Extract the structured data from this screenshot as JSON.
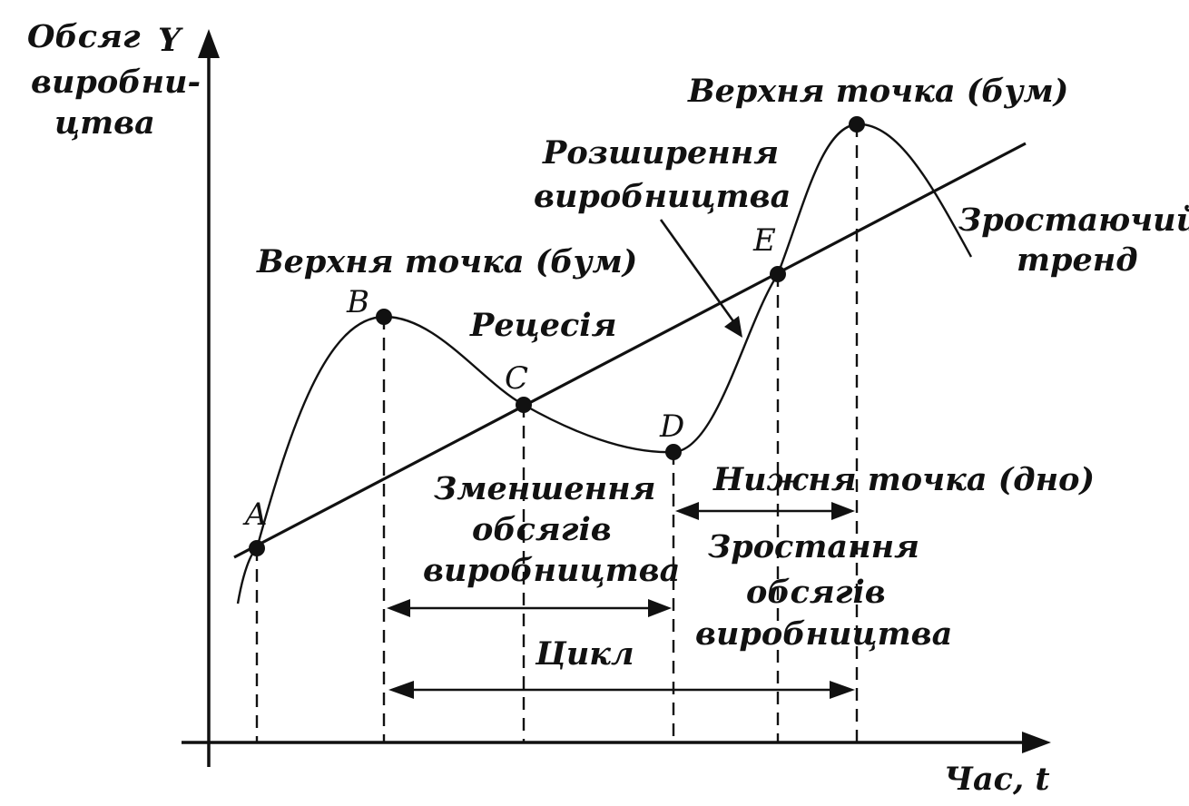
{
  "diagram": {
    "y_axis": {
      "letter": "Y",
      "title_lines": [
        "Обсяг",
        "виробни-",
        "цтва"
      ]
    },
    "x_axis": {
      "title": "Час, t"
    },
    "points": {
      "A": "A",
      "B": "B",
      "C": "C",
      "D": "D",
      "E": "E"
    },
    "labels": {
      "peak_left": "Верхня точка (бум)",
      "peak_right": "Верхня точка (бум)",
      "recession": "Рецесія",
      "expansion": [
        "Розширення",
        "виробництва"
      ],
      "trend": [
        "Зростаючий",
        "тренд"
      ],
      "trough": "Нижня точка (дно)",
      "contraction": [
        "Зменшення",
        "обсягів",
        "виробництва"
      ],
      "growth": [
        "Зростання",
        "обсягів",
        "виробництва"
      ],
      "cycle": "Цикл"
    }
  }
}
